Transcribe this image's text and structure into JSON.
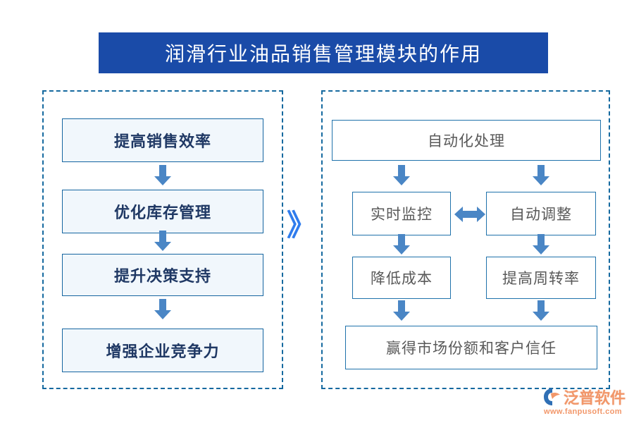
{
  "title": {
    "text": "润滑行业油品销售管理模块的作用",
    "banner_color": "#1a4ba8",
    "text_color": "#ffffff"
  },
  "connector": {
    "chevron_symbol": "》",
    "chevron_color": "#2f7ced"
  },
  "panels": {
    "left": {
      "name": "benefits-flow",
      "border_style": "dashed",
      "border_color": "#15699f",
      "box_fill": "#f1f7fc",
      "box_border": "#1565a0",
      "text_color": "#1f3864",
      "nodes": [
        {
          "label": "提高销售效率"
        },
        {
          "label": "优化库存管理"
        },
        {
          "label": "提升决策支持"
        },
        {
          "label": "增强企业竞争力"
        }
      ]
    },
    "right": {
      "name": "automation-flow",
      "border_style": "dashed",
      "border_color": "#15699f",
      "box_fill": "#ffffff",
      "box_border": "#1f72ab",
      "text_color": "#595959",
      "nodes": [
        {
          "label": "自动化处理"
        },
        {
          "label": "实时监控"
        },
        {
          "label": "自动调整"
        },
        {
          "label": "降低成本"
        },
        {
          "label": "提高周转率"
        },
        {
          "label": "赢得市场份额和客户信任"
        }
      ]
    }
  },
  "arrows": {
    "color": "#4a86c5",
    "down_count": 9,
    "bidirectional_count": 1
  },
  "logo": {
    "brand": "泛普软件",
    "url": "www.fanpusoft.com",
    "brand_color": "#f2976a",
    "mark_color": "#2f6fb5"
  }
}
